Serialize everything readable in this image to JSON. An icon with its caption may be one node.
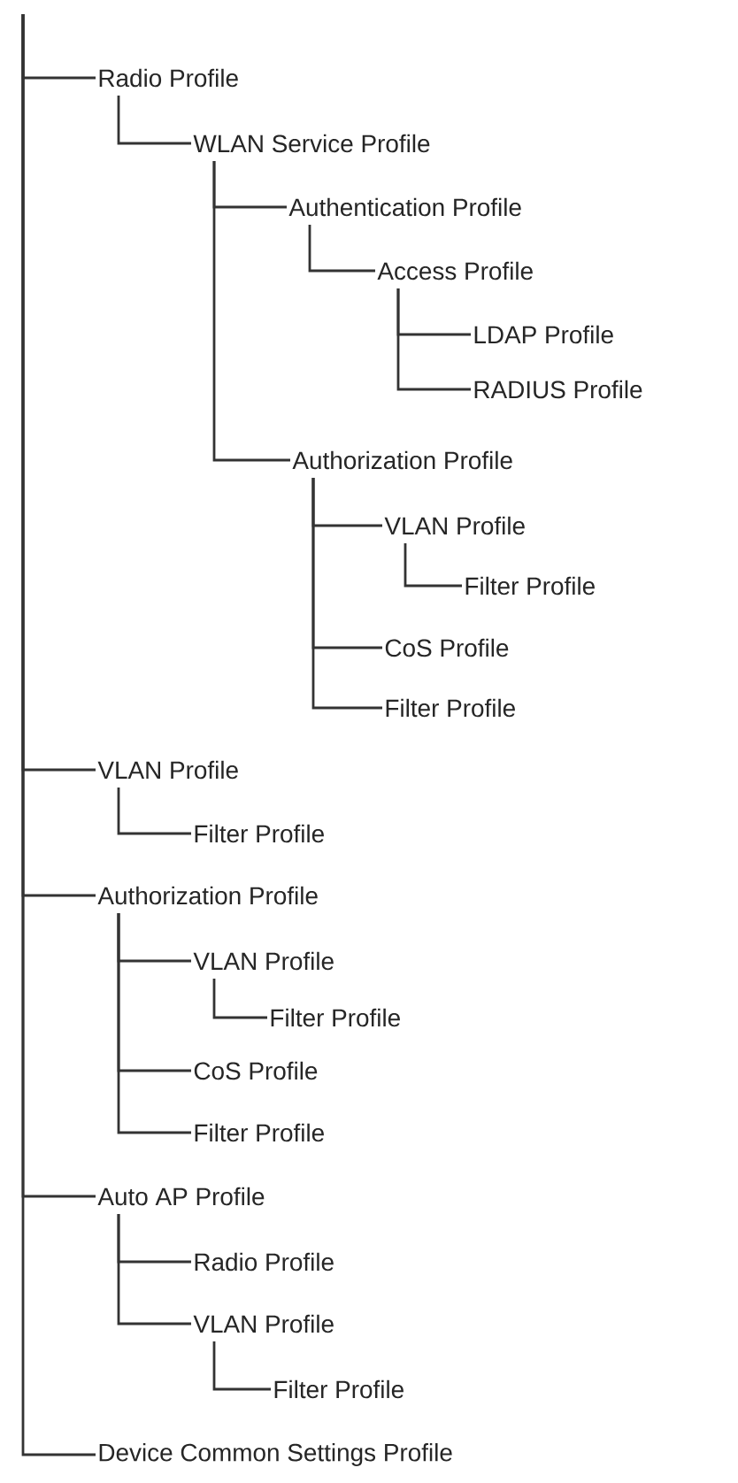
{
  "diagram": {
    "nodes": [
      {
        "text": [
          "Radio Profile"
        ]
      },
      {
        "text": [
          "WLAN Service Profile"
        ]
      },
      {
        "text": [
          "Authentication Profile"
        ]
      },
      {
        "text": [
          "Access Profile"
        ]
      },
      {
        "text": [
          "LDAP Profile"
        ]
      },
      {
        "text": [
          "RADIUS Profile"
        ]
      },
      {
        "text": [
          "Authorization Profile"
        ]
      },
      {
        "text": [
          "VLAN Profile"
        ]
      },
      {
        "text": [
          "Filter Profile"
        ]
      },
      {
        "text": [
          "CoS Profile"
        ]
      },
      {
        "text": [
          "Filter Profile"
        ]
      },
      {
        "text": [
          "VLAN Profile"
        ]
      },
      {
        "text": [
          "Filter Profile"
        ]
      },
      {
        "text": [
          "Authorization Profile"
        ]
      },
      {
        "text": [
          "VLAN Profile"
        ]
      },
      {
        "text": [
          "Filter Profile"
        ]
      },
      {
        "text": [
          "CoS Profile"
        ]
      },
      {
        "text": [
          "Filter Profile"
        ]
      },
      {
        "text": [
          "Auto AP Profile"
        ]
      },
      {
        "text": [
          "Radio Profile"
        ]
      },
      {
        "text": [
          "VLAN Profile"
        ]
      },
      {
        "text": [
          "Filter Profile"
        ]
      },
      {
        "text": [
          "Device Common Settings Profile"
        ]
      }
    ],
    "edges": [
      {
        "from": null,
        "to": 0,
        "arrow": "none"
      },
      {
        "from": 0,
        "to": 1,
        "arrow": "none"
      },
      {
        "from": 1,
        "to": 2,
        "arrow": "none"
      },
      {
        "from": 2,
        "to": 3,
        "arrow": "none"
      },
      {
        "from": 3,
        "to": 4,
        "arrow": "none"
      },
      {
        "from": 3,
        "to": 5,
        "arrow": "none"
      },
      {
        "from": 1,
        "to": 6,
        "arrow": "none"
      },
      {
        "from": 6,
        "to": 7,
        "arrow": "none"
      },
      {
        "from": 7,
        "to": 8,
        "arrow": "none"
      },
      {
        "from": 6,
        "to": 9,
        "arrow": "none"
      },
      {
        "from": 6,
        "to": 10,
        "arrow": "none"
      },
      {
        "from": null,
        "to": 11,
        "arrow": "none"
      },
      {
        "from": 11,
        "to": 12,
        "arrow": "none"
      },
      {
        "from": null,
        "to": 13,
        "arrow": "none"
      },
      {
        "from": 13,
        "to": 14,
        "arrow": "none"
      },
      {
        "from": 14,
        "to": 15,
        "arrow": "none"
      },
      {
        "from": 13,
        "to": 16,
        "arrow": "none"
      },
      {
        "from": 13,
        "to": 17,
        "arrow": "none"
      },
      {
        "from": null,
        "to": 18,
        "arrow": "none"
      },
      {
        "from": 18,
        "to": 19,
        "arrow": "none"
      },
      {
        "from": 18,
        "to": 20,
        "arrow": "none"
      },
      {
        "from": 20,
        "to": 21,
        "arrow": "none"
      },
      {
        "from": null,
        "to": 22,
        "arrow": "none"
      }
    ]
  }
}
